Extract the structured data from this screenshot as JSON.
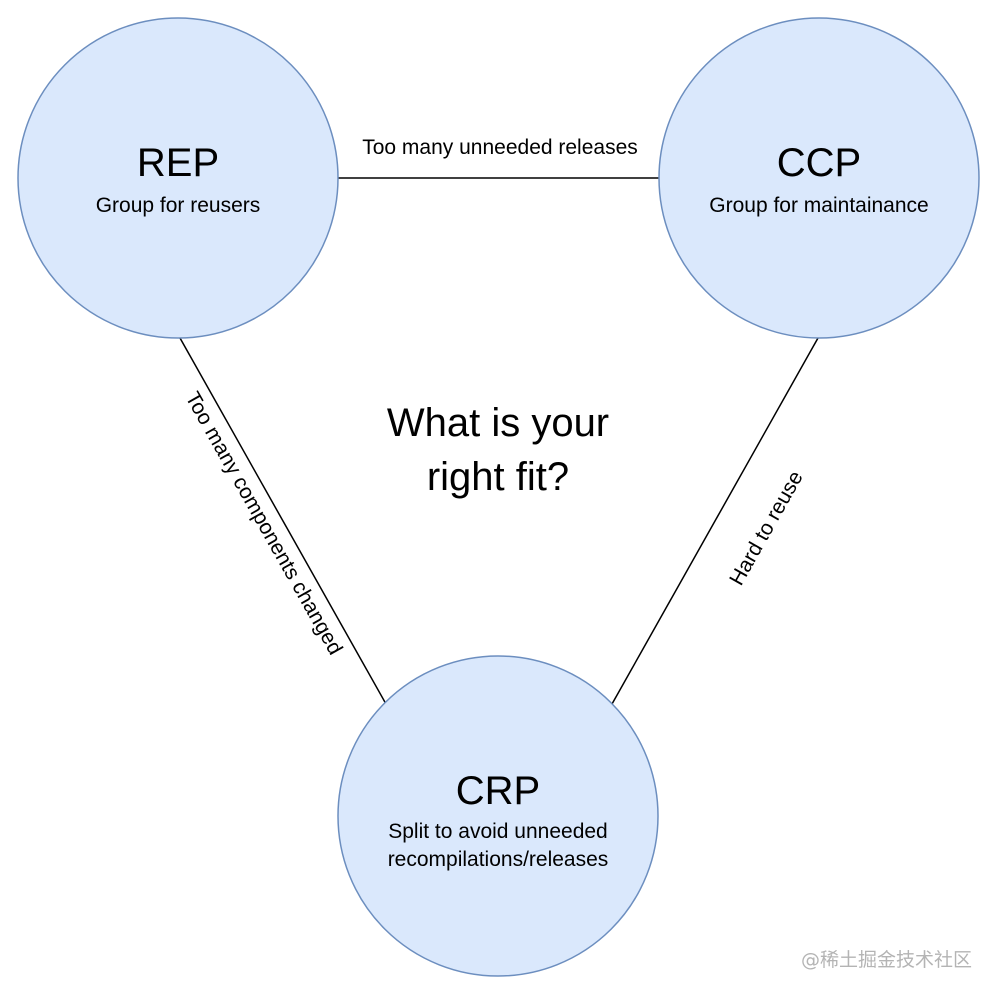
{
  "colors": {
    "node_fill": "#dae8fc",
    "node_stroke": "#6c8ebf",
    "edge": "#000000",
    "watermark": "#b4b4b4"
  },
  "nodes": {
    "rep": {
      "title": "REP",
      "subtitle": [
        "Group for reusers"
      ]
    },
    "ccp": {
      "title": "CCP",
      "subtitle": [
        "Group for maintainance"
      ]
    },
    "crp": {
      "title": "CRP",
      "subtitle": [
        "Split to avoid unneeded",
        "recompilations/releases"
      ]
    }
  },
  "edges": {
    "rep_ccp": "Too many unneeded releases",
    "rep_crp": "Too many components changed",
    "ccp_crp": "Hard to reuse"
  },
  "center": {
    "line1": "What is your",
    "line2": "right fit?"
  },
  "watermark": "@稀土掘金技术社区"
}
